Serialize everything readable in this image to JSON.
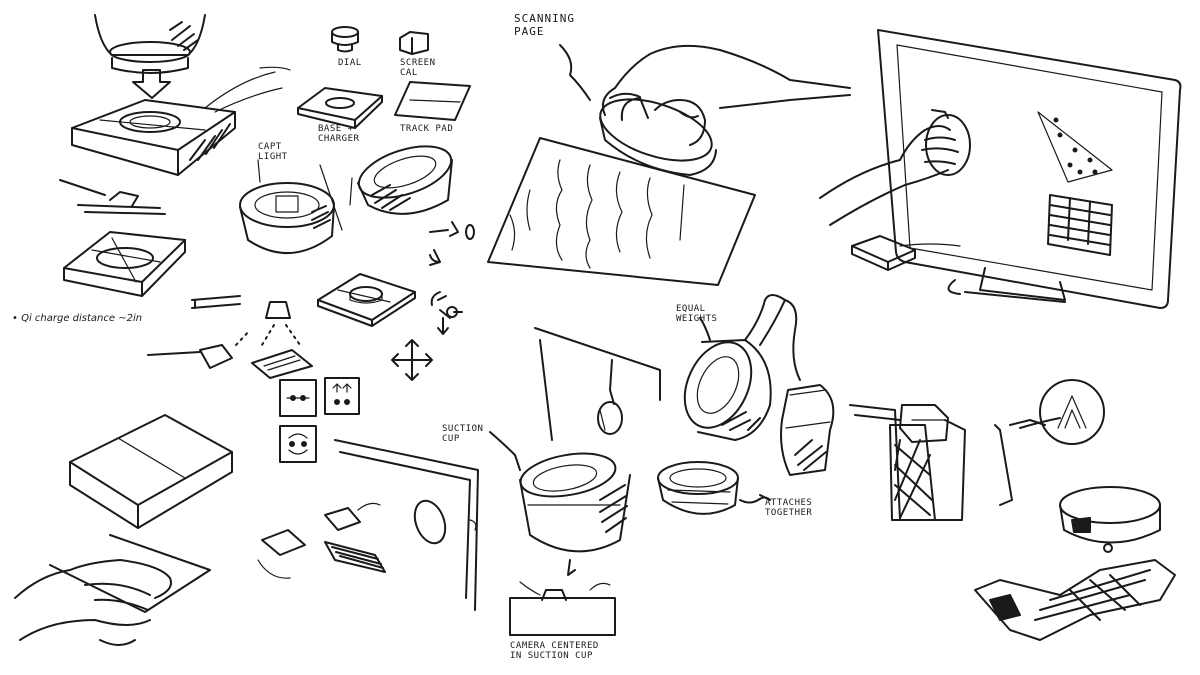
{
  "labels": {
    "scanning_page": "SCANNING\nPAGE",
    "dial": "DIAL",
    "screen_cal": "SCREEN\nCAL",
    "track_pad": "TRACK PAD",
    "base_charger": "BASE +\nCHARGER",
    "capt_light": "CAPT\nLIGHT",
    "qi_note": "• Qi charge distance ~2in",
    "equal_weights": "EQUAL\nWEIGHTS",
    "suction_cup": "SUCTION\nCUP",
    "attaches_together": "ATTACHES\nTOGETHER",
    "camera_centered": "CAMERA CENTERED\nIN SUCTION CUP"
  }
}
